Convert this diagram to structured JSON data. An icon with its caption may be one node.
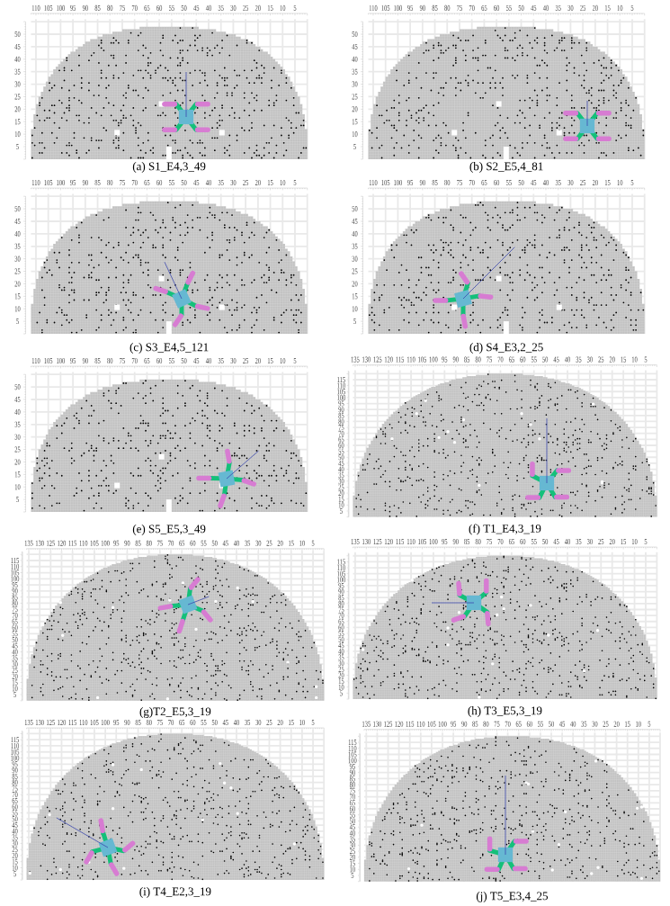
{
  "diagram": {
    "labels": [
      "110",
      "105",
      "100",
      "95",
      "90",
      "85",
      "80",
      "75",
      "70",
      "65",
      "60",
      "55",
      "50",
      "45",
      "40",
      "35",
      "30",
      "25",
      "20",
      "15",
      "10",
      "5",
      "50",
      "45",
      "40",
      "35",
      "30",
      "25",
      "20",
      "15",
      "10",
      "5",
      "(a) S1_E4,3_49",
      "110",
      "105",
      "100",
      "95",
      "90",
      "85",
      "80",
      "75",
      "70",
      "65",
      "60",
      "55",
      "50",
      "45",
      "40",
      "35",
      "30",
      "25",
      "20",
      "15",
      "10",
      "5",
      "50",
      "45",
      "40",
      "35",
      "30",
      "25",
      "20",
      "15",
      "10",
      "5",
      "(b) S2_E5,4_81",
      "110",
      "105",
      "100",
      "95",
      "90",
      "85",
      "80",
      "75",
      "70",
      "65",
      "60",
      "55",
      "50",
      "45",
      "40",
      "35",
      "30",
      "25",
      "20",
      "15",
      "10",
      "5",
      "50",
      "45",
      "40",
      "35",
      "30",
      "25",
      "20",
      "15",
      "10",
      "5",
      "(c) S3_E4,5_121",
      "110",
      "105",
      "100",
      "95",
      "90",
      "85",
      "80",
      "75",
      "70",
      "65",
      "60",
      "55",
      "50",
      "45",
      "40",
      "35",
      "30",
      "25",
      "20",
      "15",
      "10",
      "5",
      "50",
      "45",
      "40",
      "35",
      "30",
      "25",
      "20",
      "15",
      "10",
      "5",
      "(d) S4_E3,2_25",
      "110",
      "105",
      "100",
      "95",
      "90",
      "85",
      "80",
      "75",
      "70",
      "65",
      "60",
      "55",
      "50",
      "45",
      "40",
      "35",
      "30",
      "25",
      "20",
      "15",
      "10",
      "5",
      "50",
      "45",
      "40",
      "35",
      "30",
      "25",
      "20",
      "15",
      "10",
      "5",
      "(e) S5_E5,3_49",
      "135",
      "130",
      "125",
      "120",
      "115",
      "110",
      "105",
      "100",
      "95",
      "90",
      "85",
      "80",
      "75",
      "70",
      "65",
      "60",
      "55",
      "50",
      "45",
      "40",
      "35",
      "30",
      "25",
      "20",
      "15",
      "10",
      "5",
      "115",
      "110",
      "105",
      "100",
      "95",
      "90",
      "85",
      "80",
      "75",
      "70",
      "65",
      "60",
      "55",
      "50",
      "45",
      "40",
      "35",
      "30",
      "25",
      "20",
      "15",
      "10",
      "5",
      "(f) T1_E4,3_19",
      "135",
      "130",
      "125",
      "120",
      "115",
      "110",
      "105",
      "100",
      "95",
      "90",
      "85",
      "80",
      "75",
      "70",
      "65",
      "60",
      "55",
      "50",
      "45",
      "40",
      "35",
      "30",
      "25",
      "20",
      "15",
      "10",
      "5",
      "115",
      "110",
      "105",
      "100",
      "95",
      "90",
      "85",
      "80",
      "75",
      "70",
      "65",
      "60",
      "55",
      "50",
      "45",
      "40",
      "35",
      "30",
      "25",
      "20",
      "15",
      "10",
      "5",
      "(g)T2_E5,3_19",
      "135",
      "130",
      "125",
      "120",
      "115",
      "110",
      "105",
      "100",
      "95",
      "90",
      "85",
      "80",
      "75",
      "70",
      "65",
      "60",
      "55",
      "50",
      "45",
      "40",
      "35",
      "30",
      "25",
      "20",
      "15",
      "10",
      "5",
      "115",
      "110",
      "105",
      "100",
      "95",
      "90",
      "85",
      "80",
      "75",
      "70",
      "65",
      "60",
      "55",
      "50",
      "45",
      "40",
      "35",
      "30",
      "25",
      "20",
      "15",
      "10",
      "5",
      "(h) T3_E5,3_19",
      "135",
      "130",
      "125",
      "120",
      "115",
      "110",
      "105",
      "100",
      "95",
      "90",
      "85",
      "80",
      "75",
      "70",
      "65",
      "60",
      "55",
      "50",
      "45",
      "40",
      "35",
      "30",
      "25",
      "20",
      "15",
      "10",
      "5",
      "115",
      "110",
      "105",
      "100",
      "95",
      "90",
      "85",
      "80",
      "75",
      "70",
      "65",
      "60",
      "55",
      "50",
      "45",
      "40",
      "35",
      "30",
      "25",
      "20",
      "15",
      "10",
      "5",
      "(i) T4_E2,3_19",
      "135",
      "130",
      "125",
      "120",
      "115",
      "110",
      "105",
      "100",
      "95",
      "90",
      "85",
      "80",
      "75",
      "70",
      "65",
      "60",
      "55",
      "50",
      "45",
      "40",
      "35",
      "30",
      "25",
      "20",
      "15",
      "10",
      "5",
      "115",
      "110",
      "105",
      "100",
      "95",
      "90",
      "85",
      "80",
      "75",
      "70",
      "65",
      "60",
      "55",
      "50",
      "45",
      "40",
      "35",
      "30",
      "25",
      "20",
      "15",
      "10",
      "5",
      "(j) T5_E3,4_25"
    ]
  }
}
